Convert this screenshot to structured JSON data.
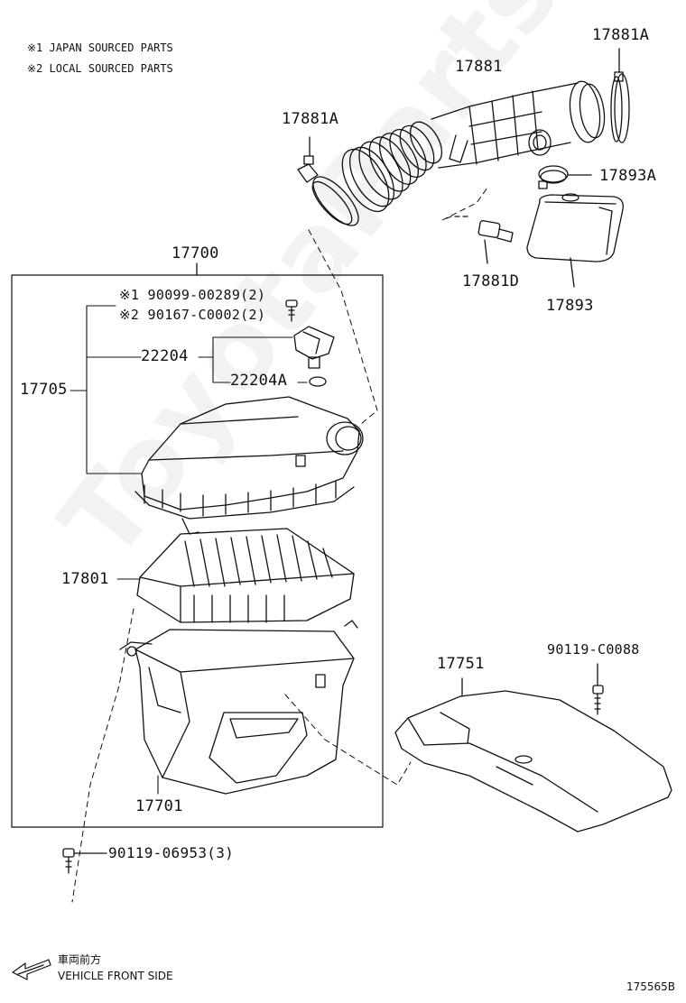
{
  "watermark": "ToyotaPartsMirror",
  "notes": {
    "note1": "※1 JAPAN SOURCED PARTS",
    "note2": "※2 LOCAL SOURCED PARTS"
  },
  "labels": {
    "p17881A_top": "17881A",
    "p17881": "17881",
    "p17881A_left": "17881A",
    "p17893A": "17893A",
    "p17881D": "17881D",
    "p17893": "17893",
    "p17700": "17700",
    "p90099": "※1 90099-00289(2)",
    "p90167": "※2 90167-C0002(2)",
    "p22204": "22204",
    "p22204A": "22204A",
    "p17705": "17705",
    "p17801": "17801",
    "p17751": "17751",
    "p90119_c0088": "90119-C0088",
    "p17701": "17701",
    "p90119_06953": "90119-06953(3)"
  },
  "direction": {
    "jp": "車両前方",
    "en": "VEHICLE FRONT SIDE"
  },
  "figure_id": "175565B"
}
